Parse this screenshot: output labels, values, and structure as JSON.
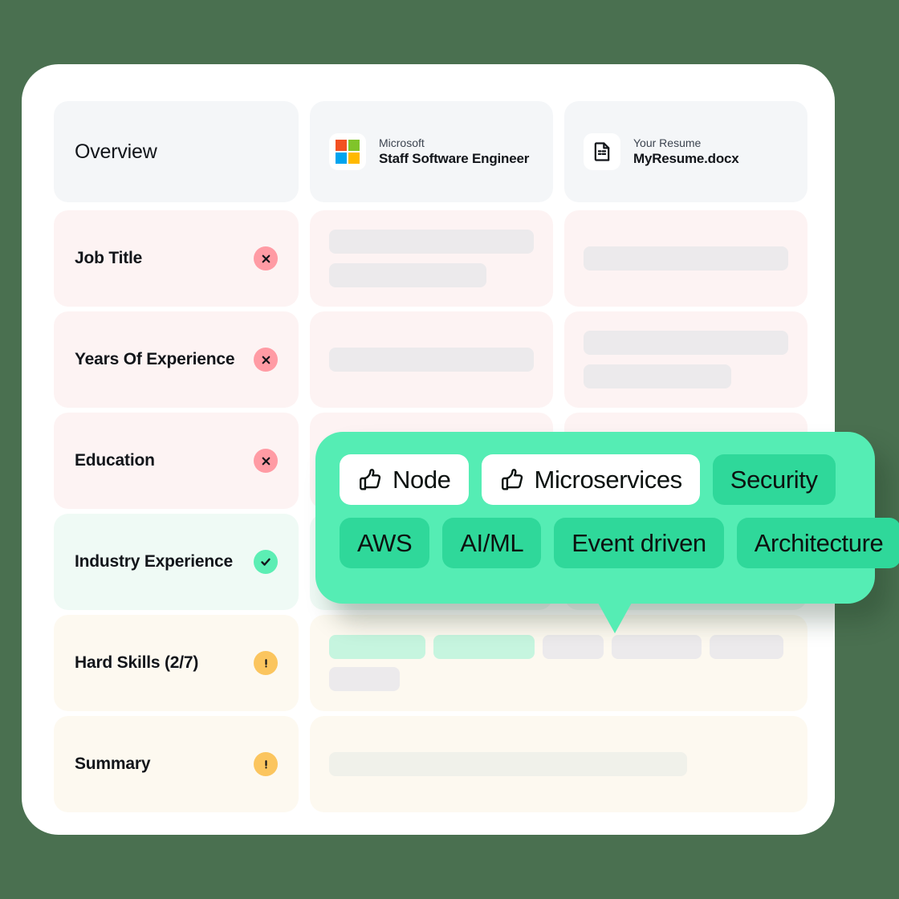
{
  "theme": {
    "page_background": "#4a7050",
    "card_background": "#ffffff",
    "accent_green": "#55edb4",
    "tag_green": "#2fd89a",
    "badge_red": "#ff9ba4",
    "badge_green": "#5ceeb4",
    "badge_amber": "#fbc55e",
    "skeleton_gray": "#eceaec",
    "skeleton_green": "#c6f5df"
  },
  "overview": {
    "label": "Overview",
    "job": {
      "company": "Microsoft",
      "title": "Staff Software Engineer",
      "logo_icon": "microsoft-logo-icon",
      "logo_colors": {
        "top_left": "#f25022",
        "top_right": "#80c42a",
        "bottom_left": "#00a4ef",
        "bottom_right": "#ffb900"
      }
    },
    "resume": {
      "caption": "Your Resume",
      "filename": "MyResume.docx",
      "icon": "document-icon"
    }
  },
  "rows": [
    {
      "label": "Job Title",
      "status": "fail",
      "status_icon": "cross-icon",
      "tint": "tint-red"
    },
    {
      "label": "Years Of Experience",
      "status": "fail",
      "status_icon": "cross-icon",
      "tint": "tint-red"
    },
    {
      "label": "Education",
      "status": "fail",
      "status_icon": "cross-icon",
      "tint": "tint-red"
    },
    {
      "label": "Industry Experience",
      "status": "pass",
      "status_icon": "check-icon",
      "tint": "tint-green"
    },
    {
      "label": "Hard Skills (2/7)",
      "status": "warn",
      "status_icon": "warning-icon",
      "tint": "tint-amber"
    },
    {
      "label": "Summary",
      "status": "warn",
      "status_icon": "warning-icon",
      "tint": "tint-amber"
    }
  ],
  "skills_popup": {
    "tags": [
      {
        "label": "Node",
        "matched": true,
        "icon": "thumbs-up-icon"
      },
      {
        "label": "Microservices",
        "matched": true,
        "icon": "thumbs-up-icon"
      },
      {
        "label": "Security",
        "matched": false,
        "icon": null
      },
      {
        "label": "AWS",
        "matched": false,
        "icon": null
      },
      {
        "label": "AI/ML",
        "matched": false,
        "icon": null
      },
      {
        "label": "Event driven",
        "matched": false,
        "icon": null
      },
      {
        "label": "Architecture",
        "matched": false,
        "icon": null
      }
    ]
  }
}
